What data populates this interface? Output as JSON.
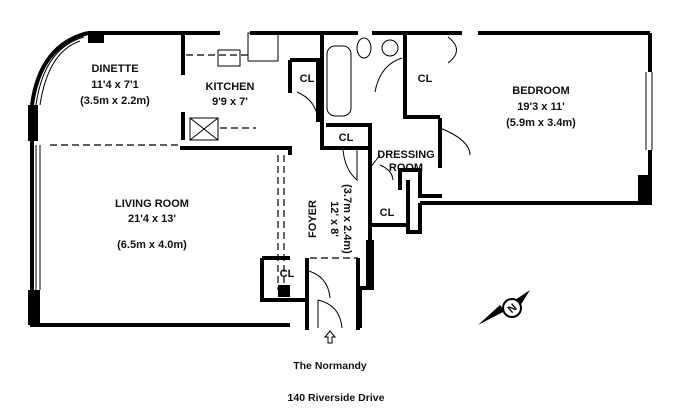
{
  "rooms": {
    "dinette": {
      "name": "DINETTE",
      "imperial": "11'4  x 7'1",
      "metric": "(3.5m x 2.2m)"
    },
    "kitchen": {
      "name": "KITCHEN",
      "imperial": "9'9  x 7'"
    },
    "bedroom": {
      "name": "BEDROOM",
      "imperial": "19'3  x 11'",
      "metric": "(5.9m x 3.4m)"
    },
    "dressing": {
      "name_line1": "DRESSING",
      "name_line2": "ROOM"
    },
    "living": {
      "name": "LIVING ROOM",
      "imperial": "21'4  x 13'",
      "metric": "(6.5m x 4.0m)"
    },
    "foyer": {
      "name": "FOYER",
      "imperial": "12' x 8'",
      "metric": "(3.7m x 2.4m)"
    },
    "closet_label": "CL"
  },
  "compass": {
    "label": "N"
  },
  "caption": {
    "building": "The Normandy",
    "address": "140 Riverside Drive"
  }
}
